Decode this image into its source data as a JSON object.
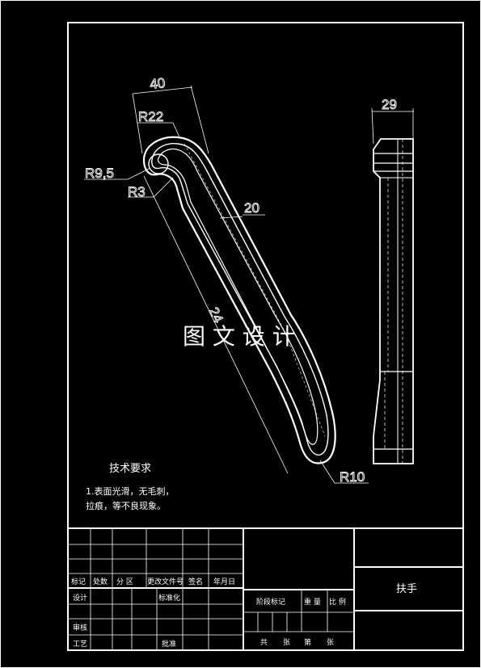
{
  "watermark": "图 文 设 计",
  "dimensions": {
    "d40": "40",
    "r22": "R22",
    "r9_5": "R9,5",
    "r3": "R3",
    "d20": "20",
    "d24": "24",
    "r10": "R10",
    "d29": "29"
  },
  "tech_requirements": {
    "title": "技术要求",
    "line1": "1.表面光滑，无毛刺，",
    "line2": "拉痕，等不良现象。"
  },
  "title_block": {
    "h_mark": "标记",
    "h_count": "处数",
    "h_zone": "分  区",
    "h_docno": "更改文件号",
    "h_sign": "签名",
    "h_date": "年月日",
    "design": "设计",
    "standardize": "标准化",
    "review": "审核",
    "process": "工艺",
    "approve": "批准",
    "stage_mark": "阶段标记",
    "weight": "重  量",
    "scale": "比  例",
    "sheets_total": "共",
    "sheets_word": "张",
    "sheet_no": "第",
    "sheet_word": "张",
    "part_name": "扶手"
  }
}
